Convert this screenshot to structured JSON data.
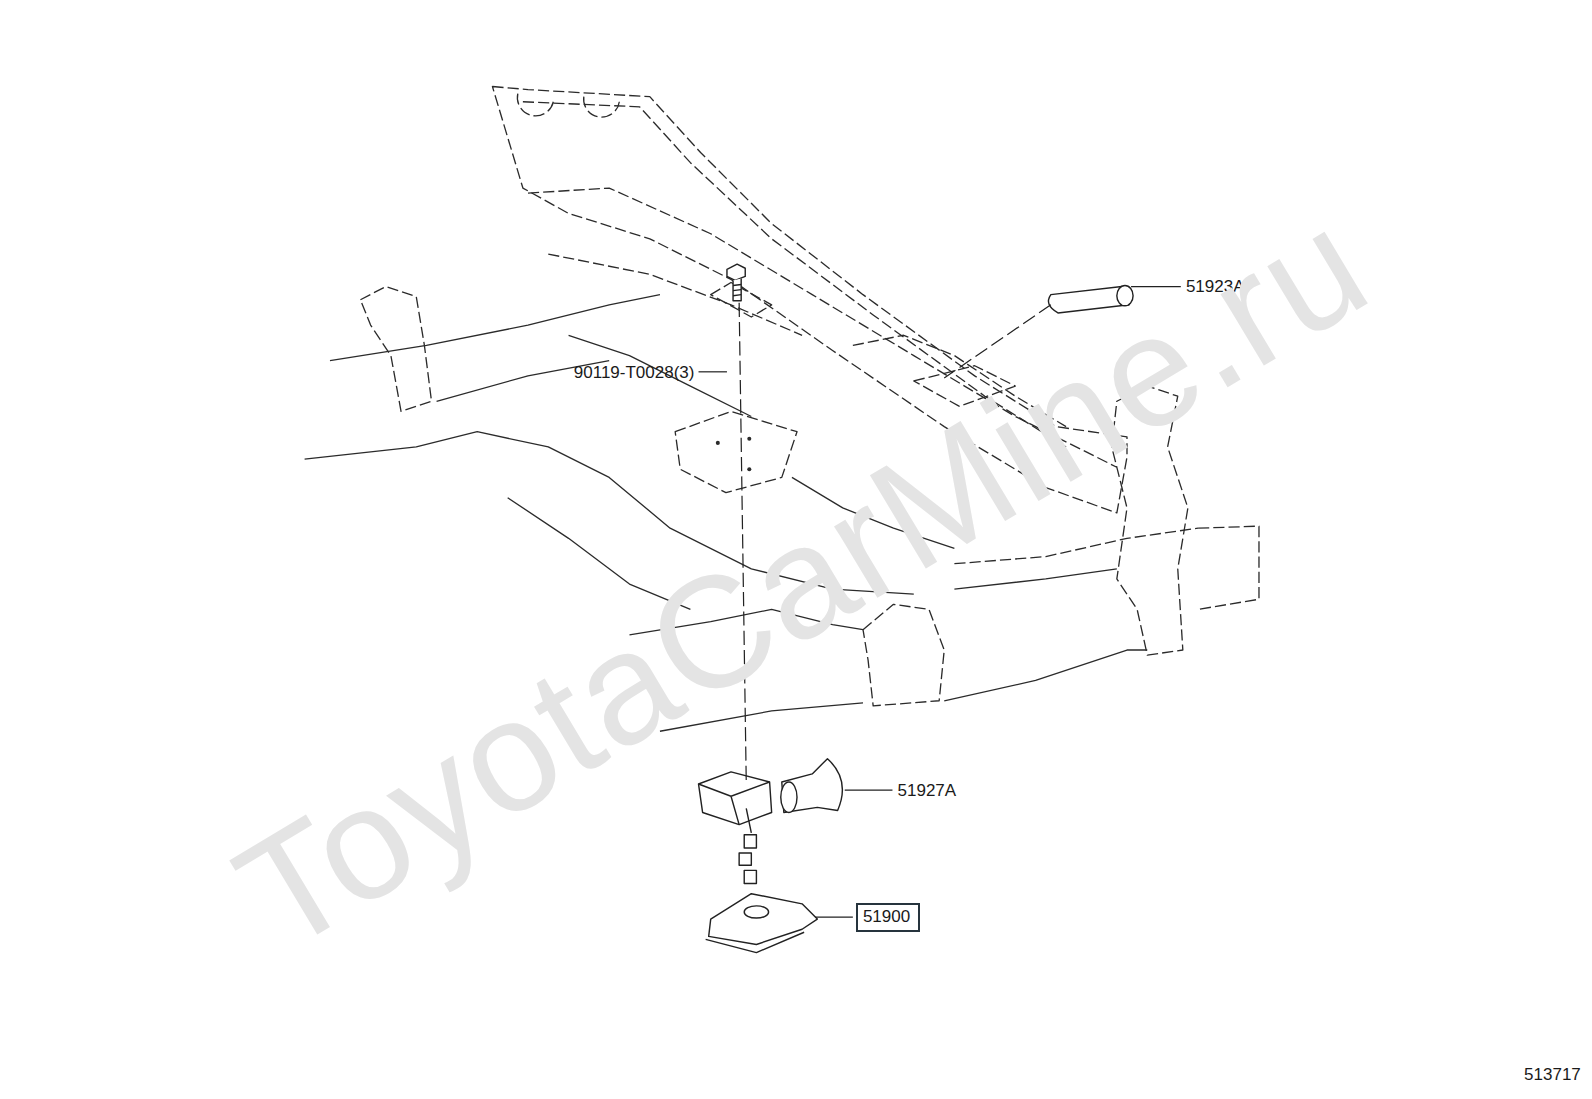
{
  "diagram": {
    "nodes": [
      {
        "text": [
          "51900"
        ]
      }
    ],
    "labels": [
      "51923A",
      "90119-T0028(3)",
      "51927A",
      "513717",
      "ToyotaCarMine.ru"
    ]
  }
}
